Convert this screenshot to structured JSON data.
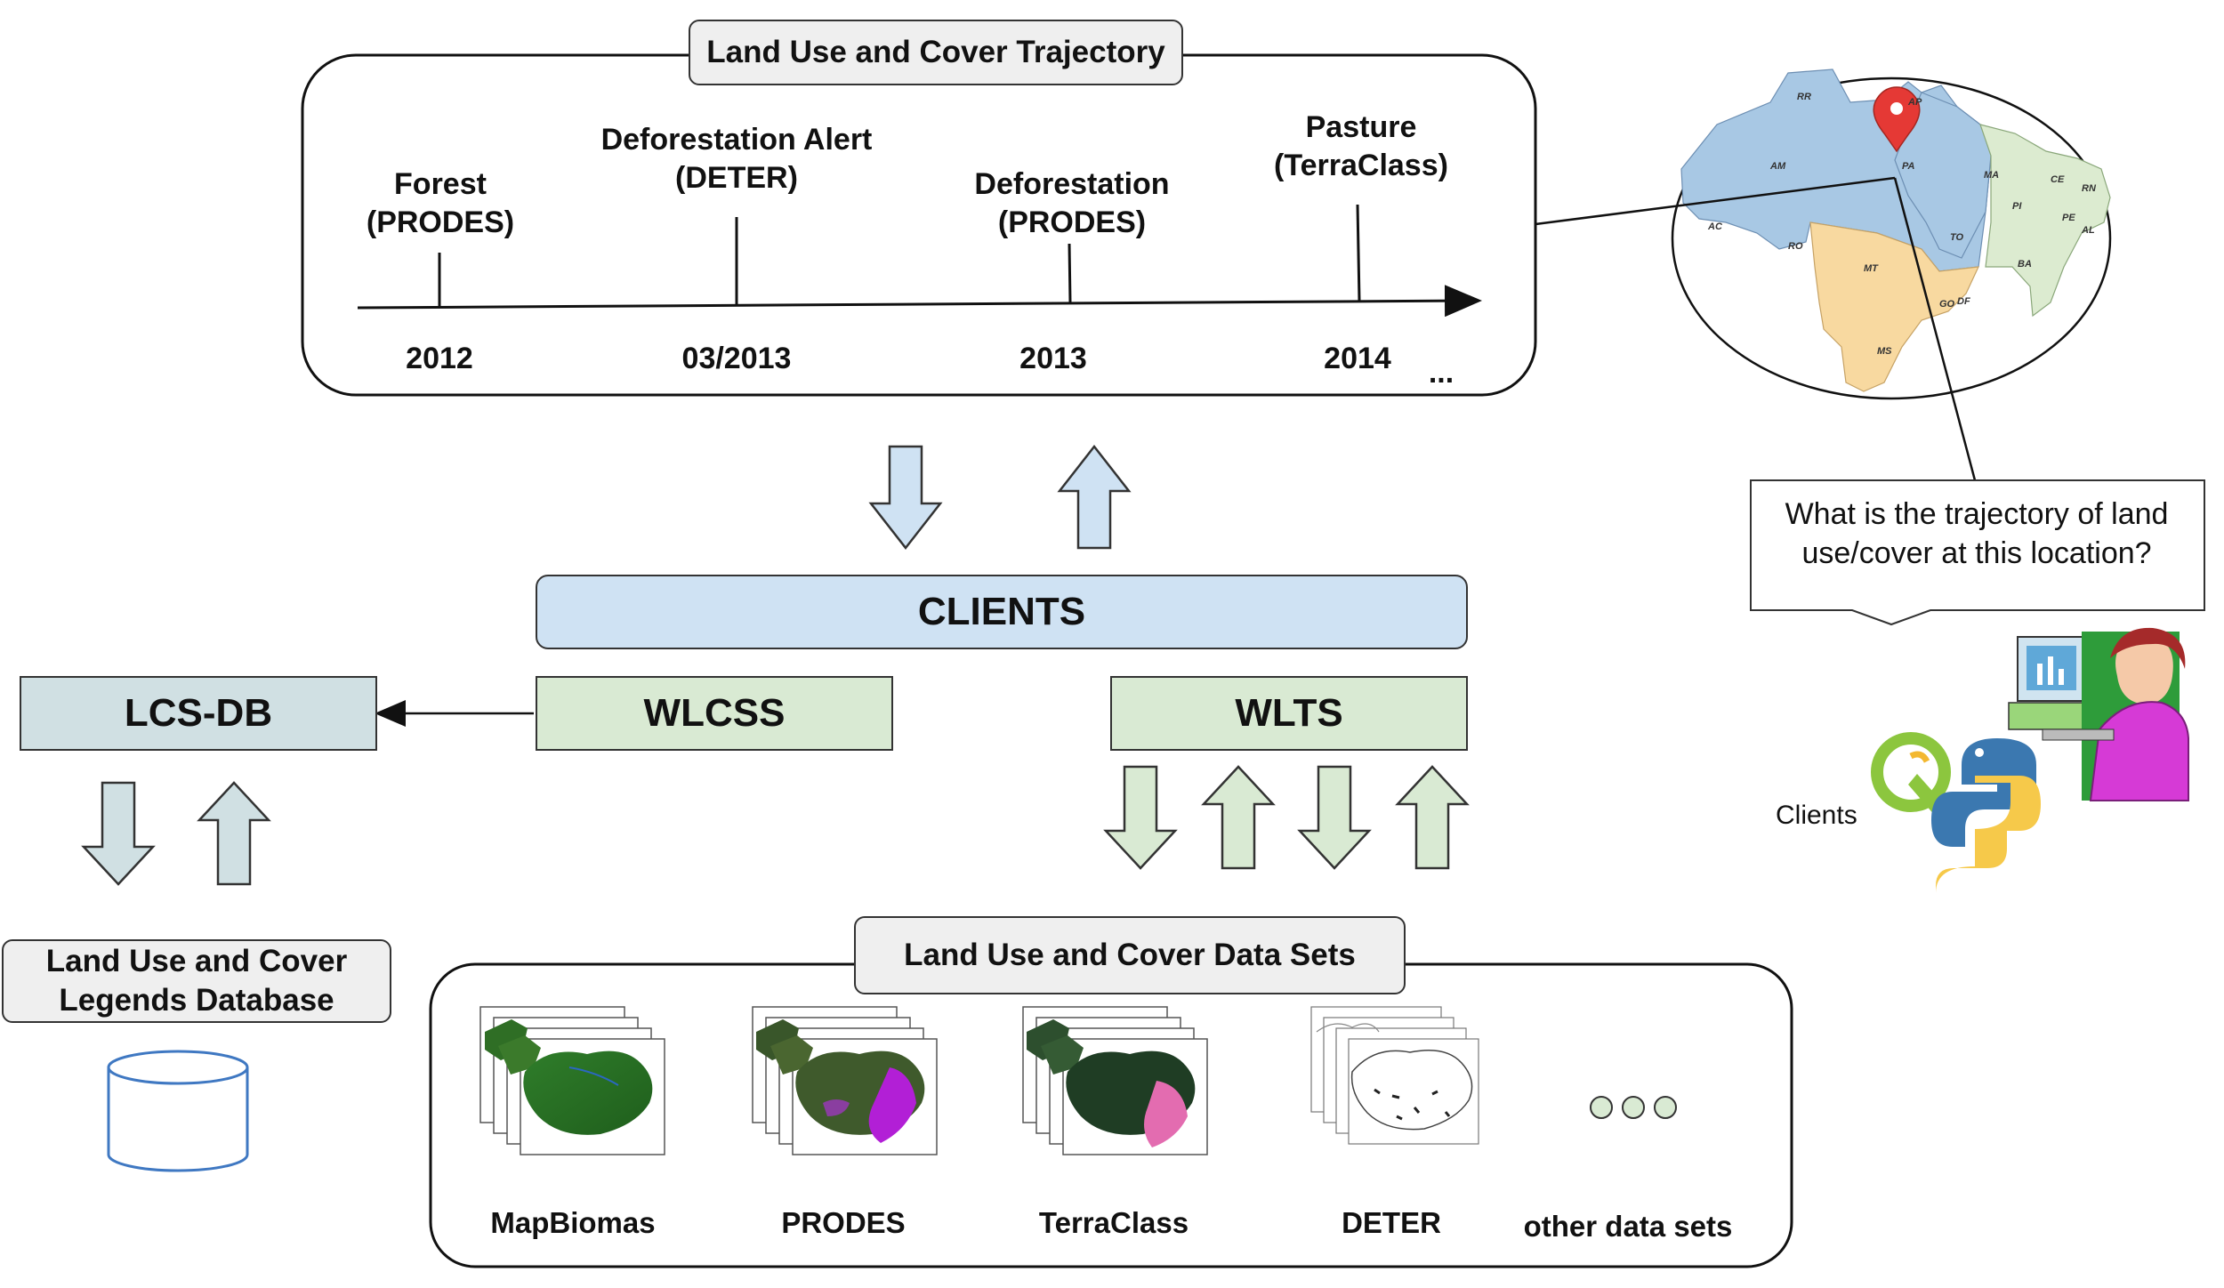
{
  "trajectory": {
    "title": "Land Use and Cover Trajectory",
    "events": [
      {
        "label_line1": "Forest",
        "label_line2": "(PRODES)",
        "date": "2012"
      },
      {
        "label_line1": "Deforestation Alert",
        "label_line2": "(DETER)",
        "date": "03/2013"
      },
      {
        "label_line1": "Deforestation",
        "label_line2": "(PRODES)",
        "date": "2013"
      },
      {
        "label_line1": "Pasture",
        "label_line2": "(TerraClass)",
        "date": "2014"
      }
    ],
    "ellipsis": "..."
  },
  "clients_bar": {
    "label": "CLIENTS"
  },
  "services": {
    "wlcss": "WLCSS",
    "wlts": "WLTS",
    "lcsdb": "LCS-DB"
  },
  "legends_db": {
    "line1": "Land Use and Cover",
    "line2": "Legends Database"
  },
  "datasets": {
    "title": "Land Use and Cover Data Sets",
    "items": [
      "MapBiomas",
      "PRODES",
      "TerraClass",
      "DETER",
      "other data sets"
    ]
  },
  "map": {
    "state_labels": [
      "RR",
      "AP",
      "AM",
      "PA",
      "MA",
      "CE",
      "RN",
      "PI",
      "PE",
      "AL",
      "AC",
      "RO",
      "TO",
      "BA",
      "MT",
      "GO",
      "DF",
      "MS"
    ]
  },
  "question": {
    "line1": "What is the trajectory of land",
    "line2": "use/cover at this location?"
  },
  "clients_caption": "Clients",
  "colors": {
    "blue_fill": "#cfe2f3",
    "green_fill": "#d9ead3",
    "teal_fill": "#d0e0e3",
    "grey_fill": "#efefef",
    "map_blue": "#a8c8e4",
    "map_green": "#dcebd0",
    "map_orange": "#f8d9a0",
    "pin_red": "#e53935"
  }
}
